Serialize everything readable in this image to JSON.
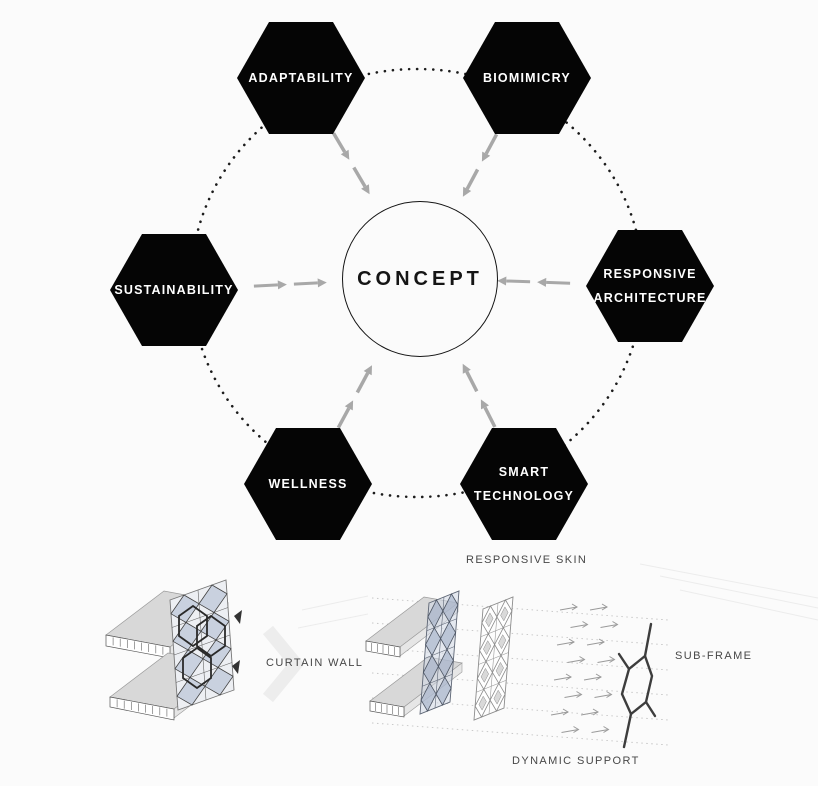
{
  "diagram": {
    "center": {
      "label": "CONCEPT"
    },
    "hexagons": {
      "adaptability": {
        "line1": "ADAPTABILITY",
        "line2": ""
      },
      "biomimicry": {
        "line1": "BIOMIMICRY",
        "line2": ""
      },
      "sustainability": {
        "line1": "SUSTAINABILITY",
        "line2": ""
      },
      "responsive_architecture": {
        "line1": "RESPONSIVE",
        "line2": "ARCHITECTURE"
      },
      "wellness": {
        "line1": "WELLNESS",
        "line2": ""
      },
      "smart_technology": {
        "line1": "SMART",
        "line2": "TECHNOLOGY"
      }
    }
  },
  "exploded_view": {
    "labels": {
      "responsive_skin": "RESPONSIVE SKIN",
      "curtain_wall": "CURTAIN WALL",
      "sub_frame": "SUB-FRAME",
      "dynamic_support": "DYNAMIC SUPPORT"
    }
  },
  "colors": {
    "background": "#fbfbfb",
    "hexagon_fill": "#050505",
    "hexagon_text": "#ffffff",
    "arrow_gray": "#a8a8a8",
    "dotted_ring": "#1c1c1c",
    "circle_outline": "#141414",
    "glazing_tint": "#a9b4c6",
    "label_gray": "#474747"
  }
}
